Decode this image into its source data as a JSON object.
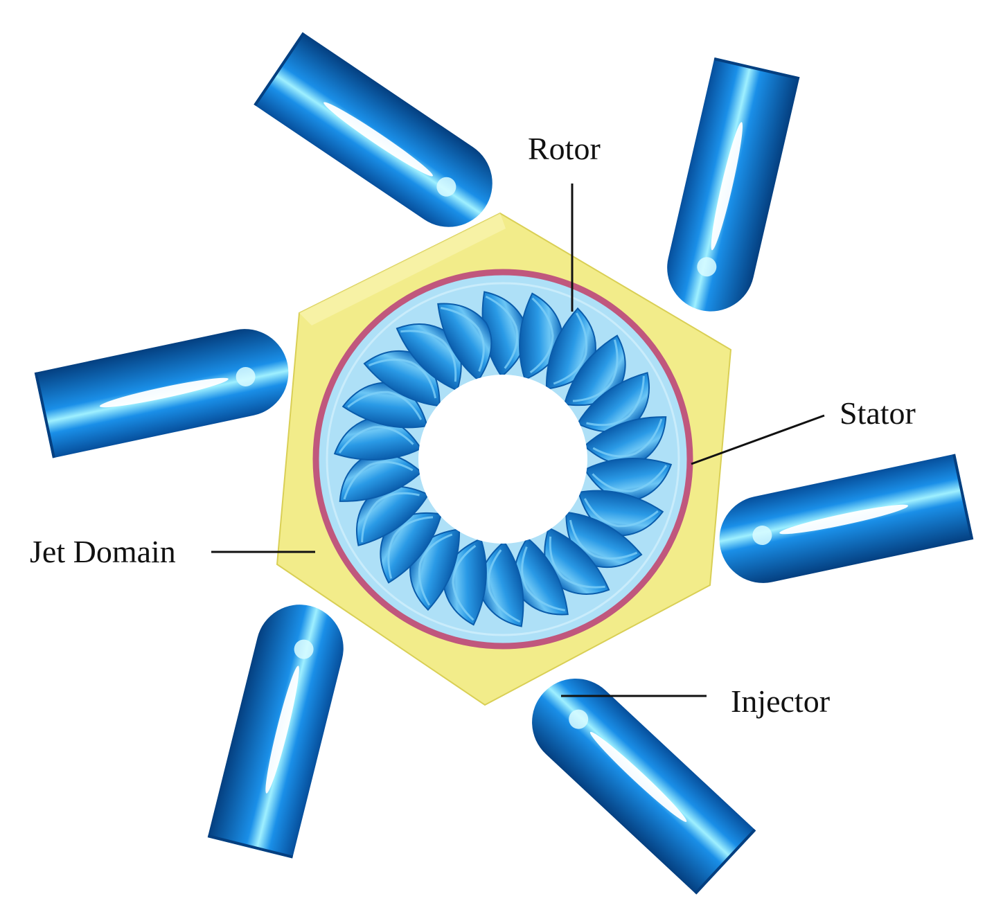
{
  "labels": {
    "rotor": "Rotor",
    "stator": "Stator",
    "jet_domain": "Jet Domain",
    "injector": "Injector"
  },
  "components": {
    "injector_count": 6,
    "bucket_count": 22
  },
  "colors": {
    "injector": "#0a6fcf",
    "injector_dark": "#064f9c",
    "injector_highlight": "#8fe6ff",
    "jet_domain": "#f2ec8a",
    "jet_domain_edge": "#d9cf55",
    "stator": "#c0577d",
    "rotor_fill": "#aee0f7",
    "bucket": "#1a86dc",
    "bucket_dark": "#0a5cab",
    "background": "#ffffff"
  }
}
